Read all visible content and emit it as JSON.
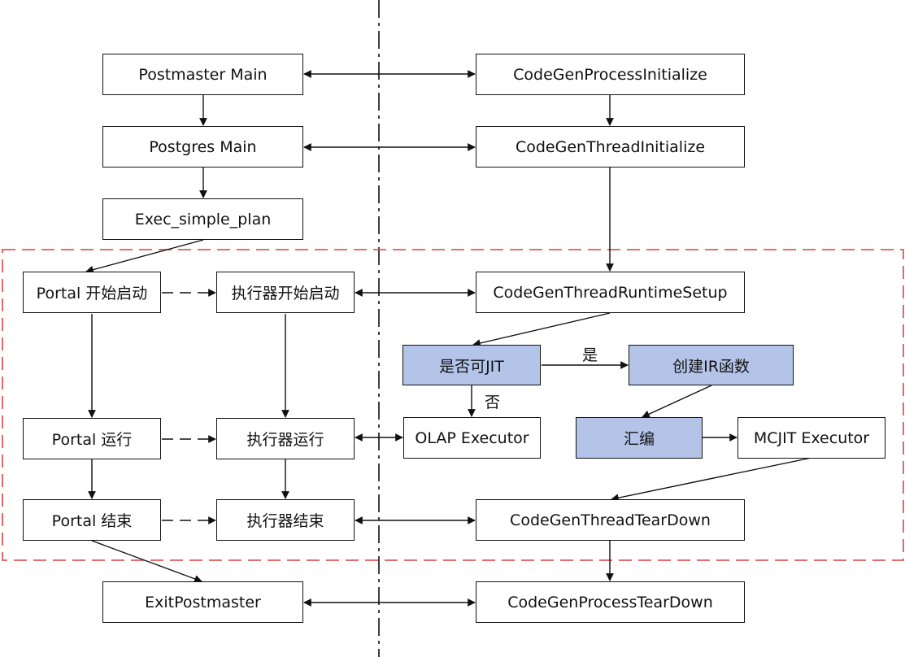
{
  "nodes": {
    "postmaster_main": "Postmaster Main",
    "postgres_main": "Postgres Main",
    "exec_simple_plan": "Exec_simple_plan",
    "portal_start": "Portal 开始启动",
    "portal_run": "Portal 运行",
    "portal_end": "Portal 结束",
    "exit_postmaster": "ExitPostmaster",
    "executor_start": "执行器开始启动",
    "executor_run": "执行器运行",
    "executor_end": "执行器结束",
    "cg_process_init": "CodeGenProcessInitialize",
    "cg_thread_init": "CodeGenThreadInitialize",
    "cg_runtime_setup": "CodeGenThreadRuntimeSetup",
    "can_jit": "是否可JIT",
    "create_ir": "创建IR函数",
    "olap_executor": "OLAP Executor",
    "assemble": "汇编",
    "mcjit_executor": "MCJIT Executor",
    "cg_thread_teardown": "CodeGenThreadTearDown",
    "cg_process_teardown": "CodeGenProcessTearDown"
  },
  "edge_labels": {
    "yes": "是",
    "no": "否"
  },
  "colors": {
    "highlight_fill": "#b4c3e8",
    "region_border": "#e05a5a",
    "line": "#111111"
  }
}
